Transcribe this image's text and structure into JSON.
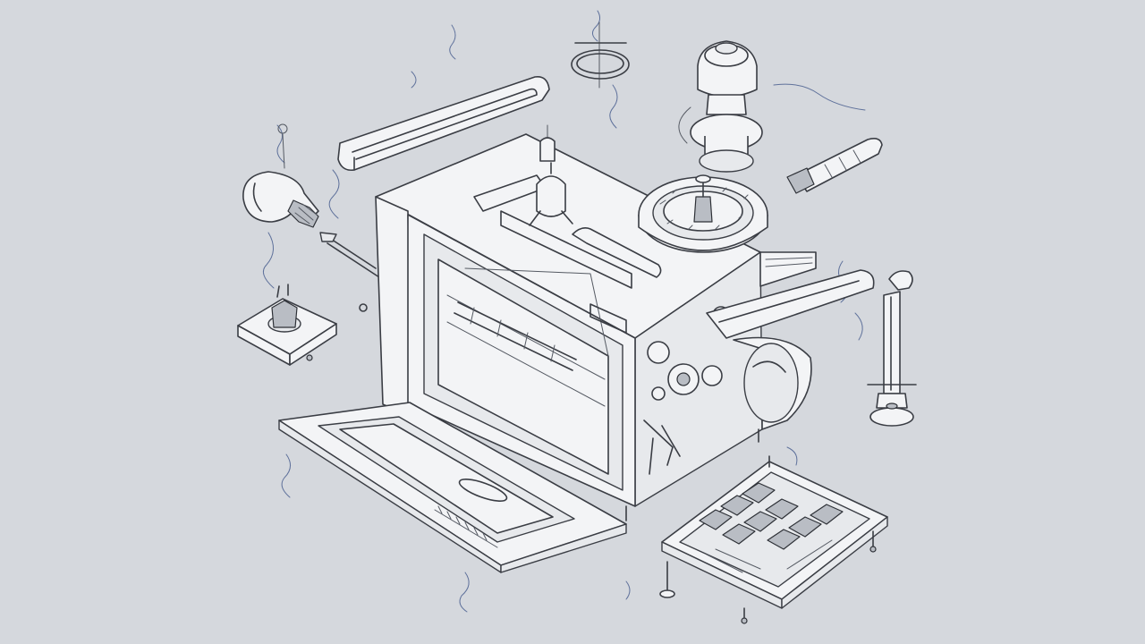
{
  "colors": {
    "background": "#d5d8dd",
    "line": "#3a3d44",
    "part_fill": "#f3f4f6",
    "wire_accent": "#4a5f8f"
  },
  "parts": [
    {
      "name": "oven-body",
      "icon": "oven-icon"
    },
    {
      "name": "oven-door",
      "icon": "door-icon"
    },
    {
      "name": "door-handle",
      "icon": "handle-icon"
    },
    {
      "name": "oven-light-bulb",
      "icon": "bulb-icon"
    },
    {
      "name": "gas-burner-ring",
      "icon": "burner-icon"
    },
    {
      "name": "control-knob",
      "icon": "knob-icon"
    },
    {
      "name": "igniter",
      "icon": "igniter-icon"
    },
    {
      "name": "temperature-probe",
      "icon": "probe-icon"
    },
    {
      "name": "control-board",
      "icon": "circuit-board-icon"
    },
    {
      "name": "thermostat-switch",
      "icon": "switch-icon"
    },
    {
      "name": "gasket-ring",
      "icon": "ring-icon"
    }
  ]
}
